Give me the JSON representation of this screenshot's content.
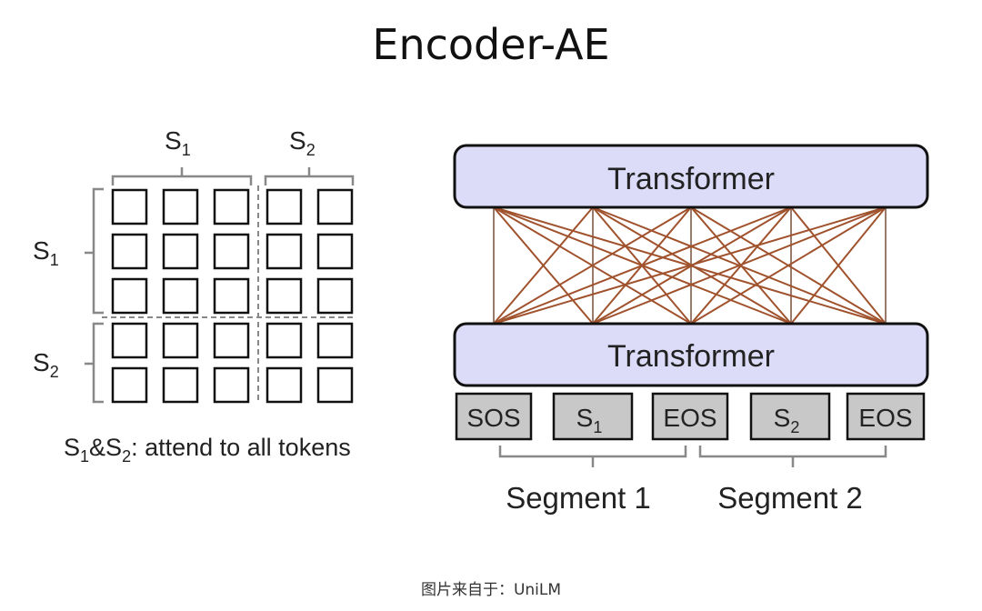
{
  "title": "Encoder-AE",
  "attention_matrix": {
    "col_groups": [
      {
        "base": "S",
        "sub": "1",
        "cols": 3
      },
      {
        "base": "S",
        "sub": "2",
        "cols": 2
      }
    ],
    "row_groups": [
      {
        "base": "S",
        "sub": "1",
        "rows": 3
      },
      {
        "base": "S",
        "sub": "2",
        "rows": 2
      }
    ],
    "caption_parts": {
      "s1_base": "S",
      "s1_sub": "1",
      "amp": "&",
      "s2_base": "S",
      "s2_sub": "2",
      "rest": ": attend to all tokens"
    }
  },
  "model": {
    "top_block": "Transformer",
    "bottom_block": "Transformer",
    "tokens": [
      {
        "base": "SOS",
        "sub": ""
      },
      {
        "base": "S",
        "sub": "1"
      },
      {
        "base": "EOS",
        "sub": ""
      },
      {
        "base": "S",
        "sub": "2"
      },
      {
        "base": "EOS",
        "sub": ""
      }
    ],
    "segments": [
      "Segment 1",
      "Segment 2"
    ],
    "colors": {
      "block_fill": "#dcdcf8",
      "connection": "#a0522d",
      "token_fill": "#c8c8c8"
    }
  },
  "source_caption": "图片来自于：UniLM"
}
